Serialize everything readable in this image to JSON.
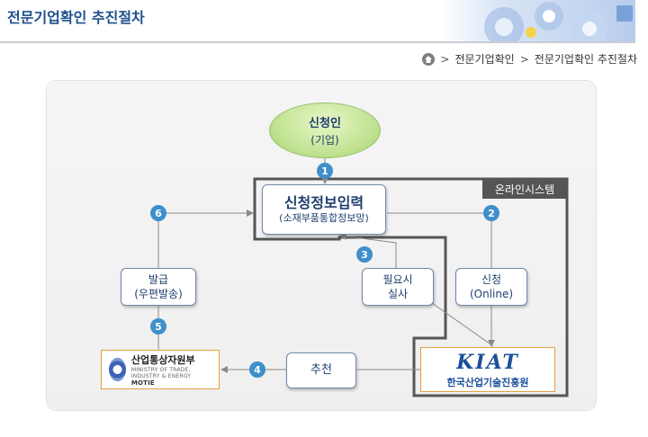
{
  "header": {
    "title": "전문기업확인 추진절차"
  },
  "breadcrumb": {
    "items": [
      "전문기업확인",
      "전문기업확인 추진절차"
    ],
    "separator": ">"
  },
  "diagram": {
    "applicant": {
      "label": "신청인",
      "sub": "(기업)"
    },
    "input_box": {
      "label": "신청정보입력",
      "sub": "(소재부품통합정보망)"
    },
    "online_system": "온라인시스템",
    "review": {
      "line1": "필요시",
      "line2": "실사"
    },
    "apply_online": {
      "line1": "신청",
      "line2": "(Online)"
    },
    "issue": {
      "line1": "발급",
      "line2": "(우편발송)"
    },
    "recommend": "추천",
    "motie": {
      "name": "산업통상자원부",
      "sub": "MINISTRY OF TRADE, INDUSTRY & ENERGY",
      "abbr": "MOTIE"
    },
    "kiat": {
      "logo": "KIAT",
      "name": "한국산업기술진흥원"
    },
    "steps": [
      "1",
      "2",
      "3",
      "4",
      "5",
      "6"
    ]
  },
  "colors": {
    "title": "#1e4f8c",
    "step_badge": "#3f8fcb",
    "box_border": "#6f8aa8",
    "org_border": "#e0a040",
    "online_tag_bg": "#555555",
    "applicant_green": "#bfe290"
  },
  "icons": {
    "home": "home-icon",
    "banner": "gear-decoration-icon",
    "motie_emblem": "government-emblem-icon"
  }
}
